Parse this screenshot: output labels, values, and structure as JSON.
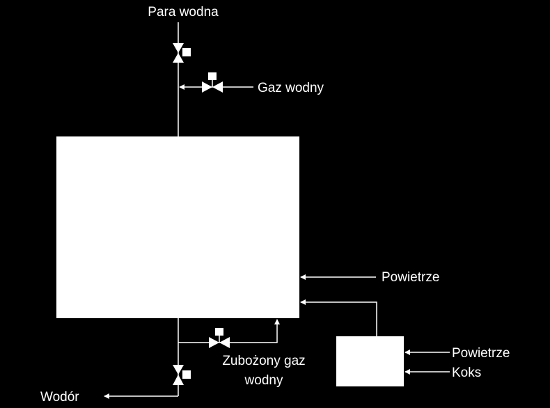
{
  "labels": {
    "steam": "Para wodna",
    "water_gas": "Gaz wodny",
    "air_main": "Powietrze",
    "depleted_line1": "Zubożony gaz",
    "depleted_line2": "wodny",
    "hydrogen": "Wodór",
    "air_small": "Powietrze",
    "coke": "Koks"
  },
  "colors": {
    "background": "#000000",
    "foreground": "#ffffff"
  }
}
